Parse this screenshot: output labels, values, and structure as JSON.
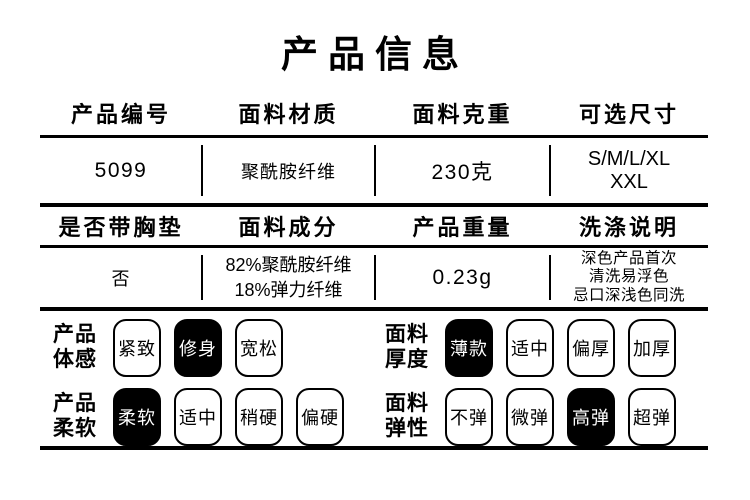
{
  "title": "产品信息",
  "table": {
    "rows": [
      {
        "headers": [
          "产品编号",
          "面料材质",
          "面料克重",
          "可选尺寸"
        ],
        "values": [
          "5099",
          "聚酰胺纤维",
          "230克",
          "S/M/L/XL\nXXL"
        ]
      },
      {
        "headers": [
          "是否带胸垫",
          "面料成分",
          "产品重量",
          "洗涤说明"
        ],
        "values": [
          "否",
          "82%聚酰胺纤维\n18%弹力纤维",
          "0.23g",
          "深色产品首次\n清洗易浮色\n忌口深浅色同洗"
        ]
      }
    ]
  },
  "attributes": {
    "groups": [
      {
        "label": "产品\n体感",
        "options": [
          {
            "text": "紧致",
            "selected": false
          },
          {
            "text": "修身",
            "selected": true
          },
          {
            "text": "宽松",
            "selected": false
          }
        ]
      },
      {
        "label": "面料\n厚度",
        "options": [
          {
            "text": "薄款",
            "selected": true
          },
          {
            "text": "适中",
            "selected": false
          },
          {
            "text": "偏厚",
            "selected": false
          },
          {
            "text": "加厚",
            "selected": false
          }
        ]
      },
      {
        "label": "产品\n柔软",
        "options": [
          {
            "text": "柔软",
            "selected": true
          },
          {
            "text": "适中",
            "selected": false
          },
          {
            "text": "稍硬",
            "selected": false
          },
          {
            "text": "偏硬",
            "selected": false
          }
        ]
      },
      {
        "label": "面料\n弹性",
        "options": [
          {
            "text": "不弹",
            "selected": false
          },
          {
            "text": "微弹",
            "selected": false
          },
          {
            "text": "高弹",
            "selected": true
          },
          {
            "text": "超弹",
            "selected": false
          }
        ]
      }
    ]
  },
  "colors": {
    "ink": "#000000",
    "background": "#ffffff",
    "selected_chip_bg": "#000000",
    "selected_chip_text": "#ffffff"
  }
}
